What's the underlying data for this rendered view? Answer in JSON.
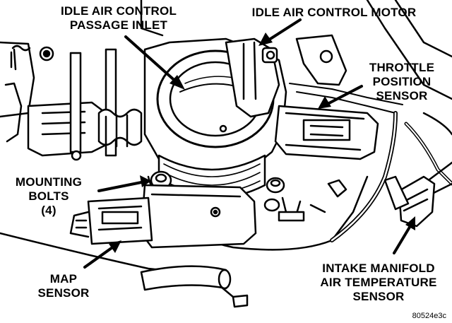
{
  "labels": {
    "iac_passage": [
      "IDLE AIR CONTROL",
      "PASSAGE INLET"
    ],
    "iac_motor": [
      "IDLE AIR CONTROL MOTOR"
    ],
    "tps": [
      "THROTTLE",
      "POSITION",
      "SENSOR"
    ],
    "mounting": [
      "MOUNTING",
      "BOLTS",
      "(4)"
    ],
    "map": [
      "MAP",
      "SENSOR"
    ],
    "iat": [
      "INTAKE MANIFOLD",
      "AIR TEMPERATURE",
      "SENSOR"
    ]
  },
  "figure_ref": "80524e3c",
  "colors": {
    "ink": "#000000",
    "paper": "#ffffff"
  }
}
